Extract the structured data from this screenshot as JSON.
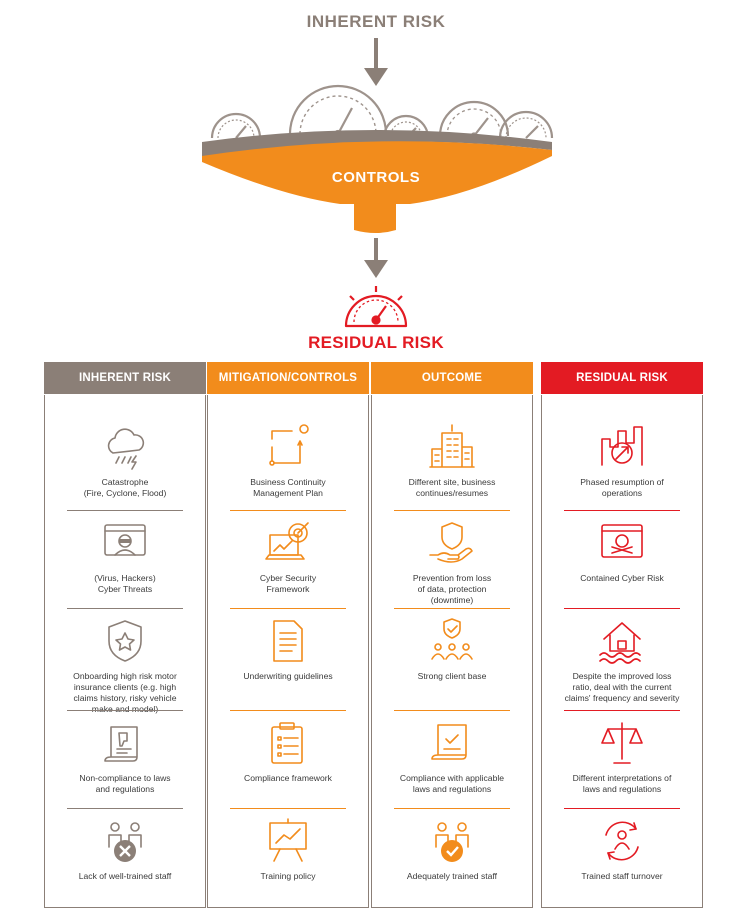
{
  "top_title": "INHERENT RISK",
  "funnel_label": "CONTROLS",
  "bottom_title": "RESIDUAL RISK",
  "colors": {
    "gray": "#8b7f77",
    "orange": "#f28c1c",
    "red": "#e31b23"
  },
  "columns": [
    {
      "header": "INHERENT RISK",
      "color": "#8b7f77",
      "items": [
        {
          "icon": "storm-cloud-icon",
          "text": "Catastrophe\n(Fire, Cyclone, Flood)"
        },
        {
          "icon": "hacker-screen-icon",
          "text": "(Virus, Hackers)\nCyber Threats"
        },
        {
          "icon": "star-shield-icon",
          "text": "Onboarding high risk motor\ninsurance clients (e.g. high\nclaims history, risky vehicle\nmake and model)"
        },
        {
          "icon": "scroll-thumbs-down-icon",
          "text": "Non-compliance to laws\nand regulations"
        },
        {
          "icon": "team-cross-icon",
          "text": "Lack of well-trained staff"
        }
      ]
    },
    {
      "header": "MITIGATION/CONTROLS",
      "color": "#f28c1c",
      "items": [
        {
          "icon": "cycle-plan-icon",
          "text": "Business Continuity\nManagement Plan"
        },
        {
          "icon": "laptop-target-icon",
          "text": "Cyber Security\nFramework"
        },
        {
          "icon": "document-icon",
          "text": "Underwriting guidelines"
        },
        {
          "icon": "clipboard-icon",
          "text": "Compliance framework"
        },
        {
          "icon": "presentation-board-icon",
          "text": "Training policy"
        }
      ]
    },
    {
      "header": "OUTCOME",
      "color": "#f28c1c",
      "items": [
        {
          "icon": "building-icon",
          "text": "Different site, business\ncontinues/resumes"
        },
        {
          "icon": "hand-shield-icon",
          "text": "Prevention from loss\nof data, protection\n(downtime)"
        },
        {
          "icon": "shield-people-icon",
          "text": "Strong client base"
        },
        {
          "icon": "scroll-check-icon",
          "text": "Compliance with applicable\nlaws and regulations"
        },
        {
          "icon": "team-check-icon",
          "text": "Adequately trained staff"
        }
      ]
    },
    {
      "header": "RESIDUAL RISK",
      "color": "#e31b23",
      "items": [
        {
          "icon": "growth-chart-icon",
          "text": "Phased resumption of\noperations"
        },
        {
          "icon": "skull-screen-icon",
          "text": "Contained Cyber Risk"
        },
        {
          "icon": "flooded-house-icon",
          "text": "Despite the improved loss\nratio, deal with the current\nclaims' frequency and severity"
        },
        {
          "icon": "scales-icon",
          "text": "Different interpretations of\nlaws and regulations"
        },
        {
          "icon": "person-cycle-icon",
          "text": "Trained staff turnover"
        }
      ]
    }
  ]
}
